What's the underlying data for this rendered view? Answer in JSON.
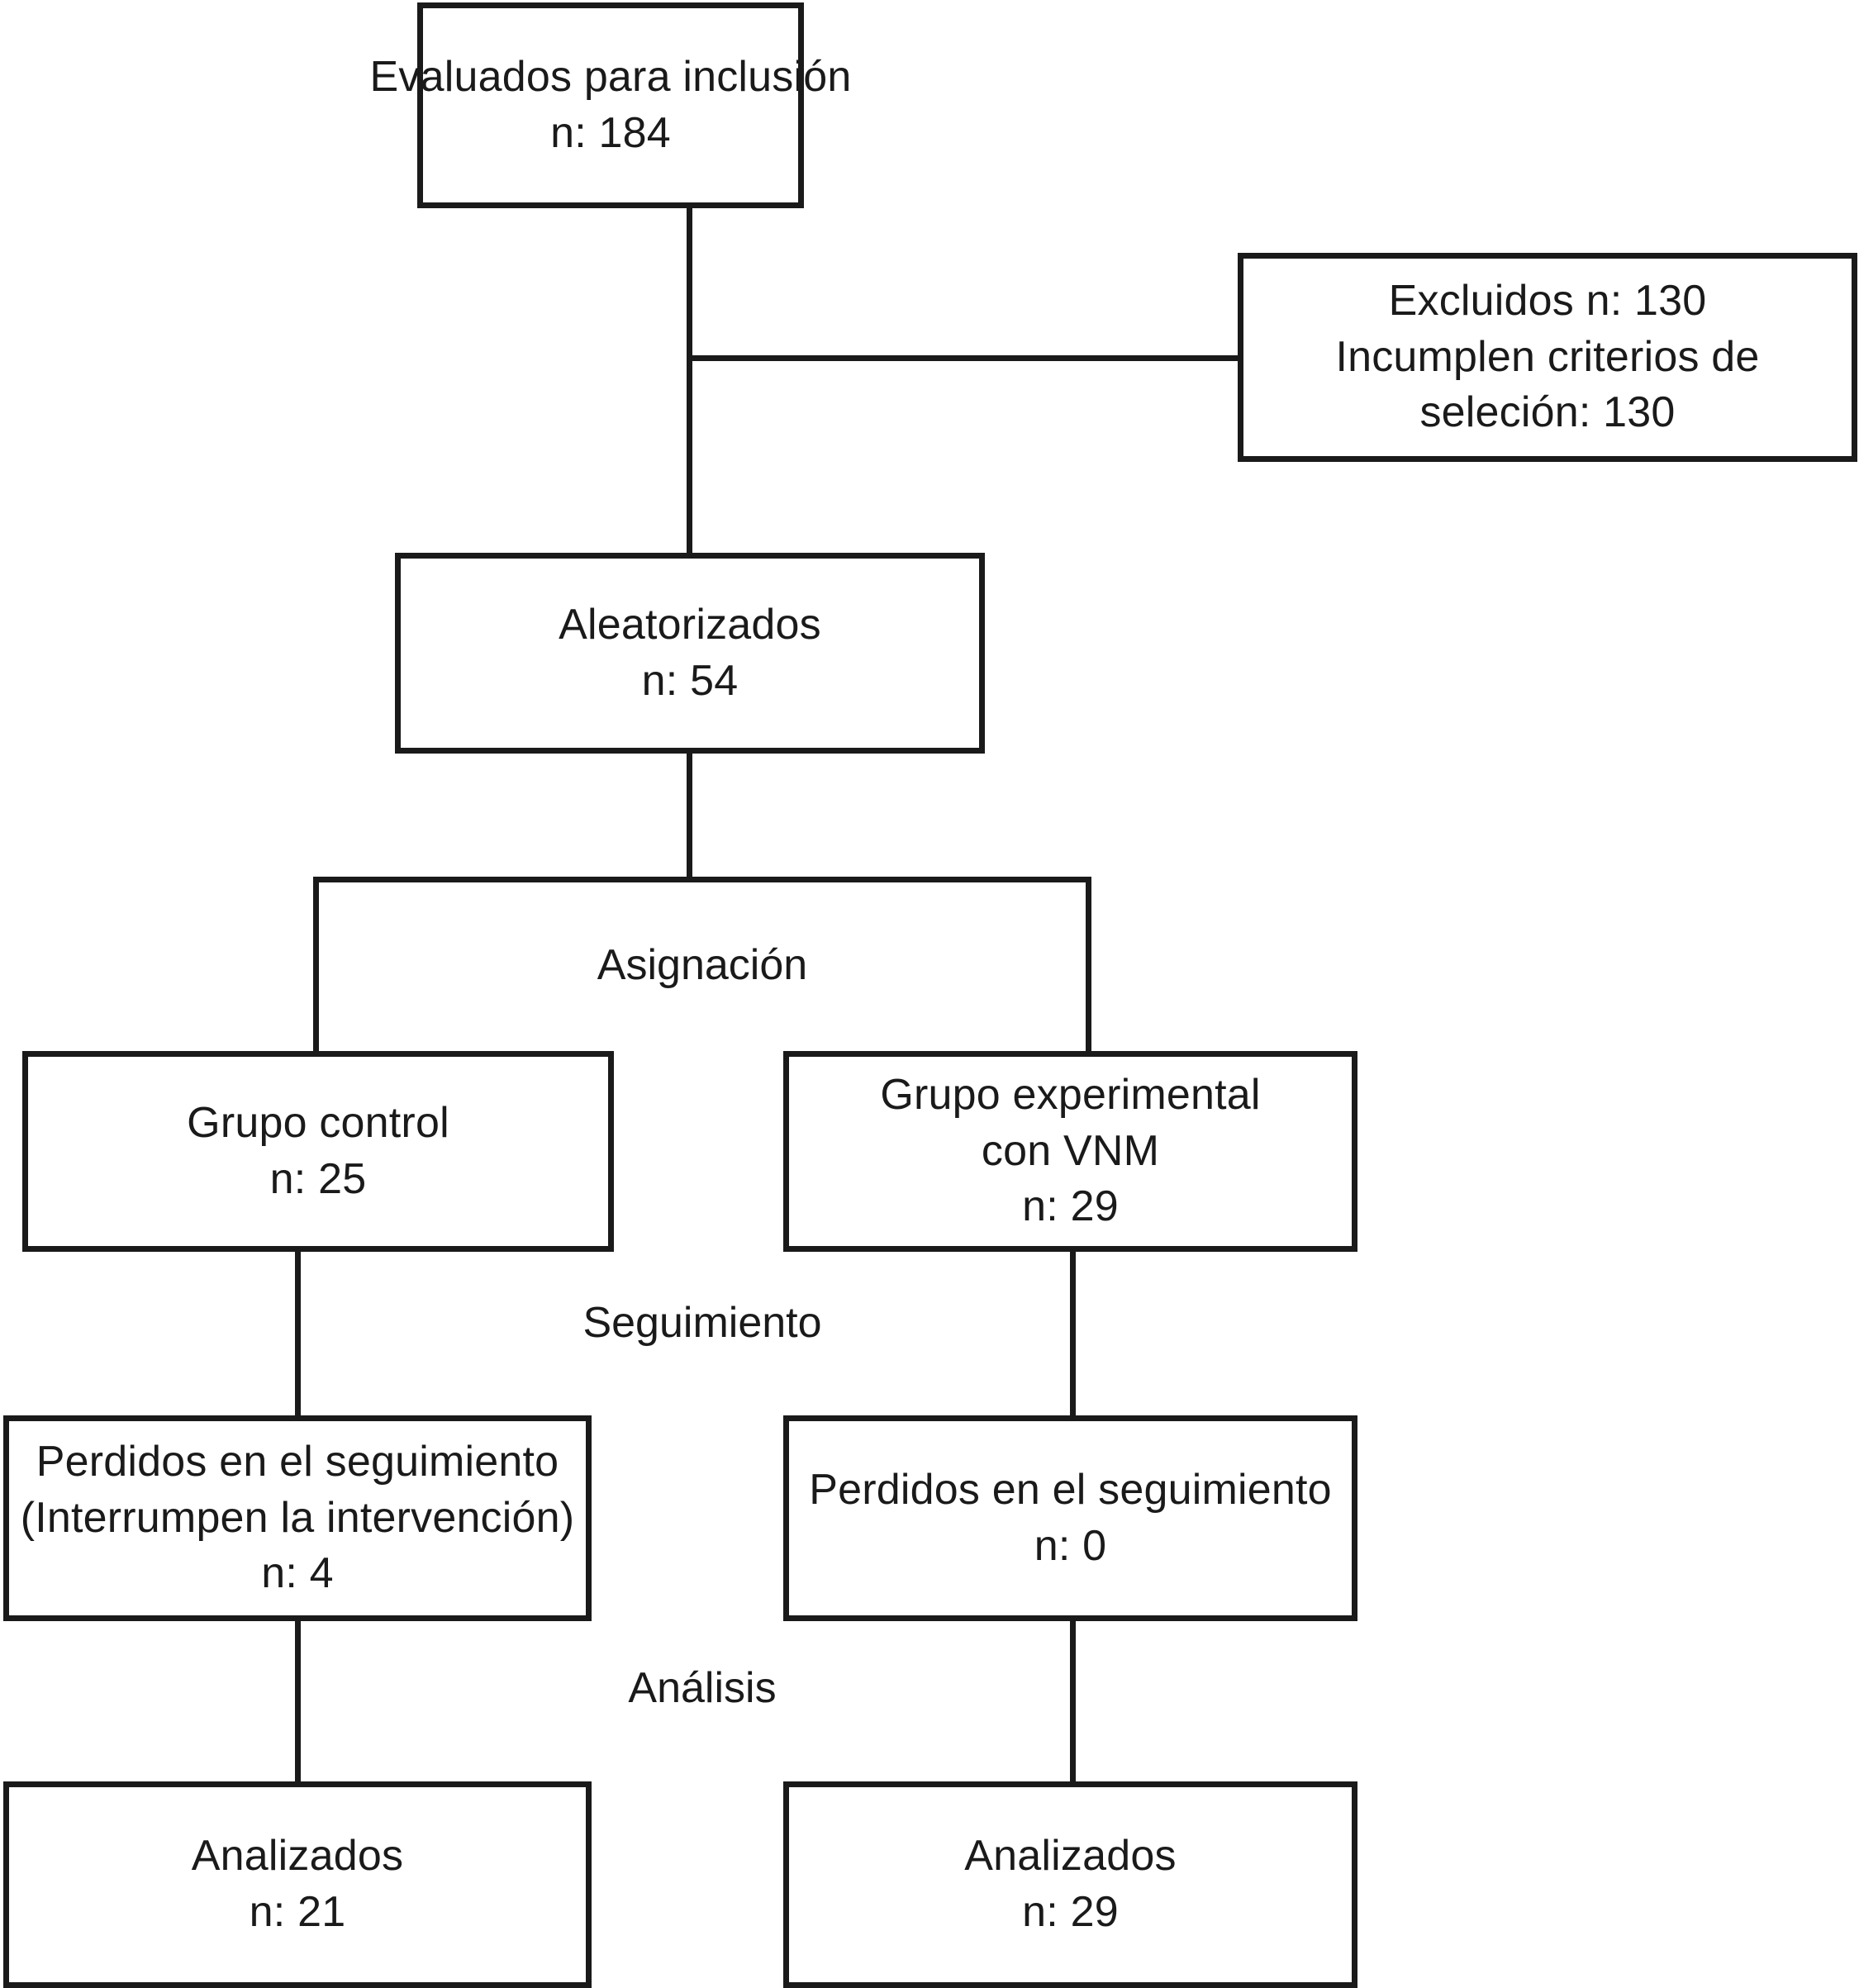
{
  "diagram": {
    "type": "consort-flow-diagram",
    "language": "es",
    "line_color": "#1a1a1a",
    "background_color": "#ffffff",
    "nodes": {
      "assessed": {
        "name": "evaluados-para-inclusion",
        "lines": [
          "Evaluados para inclusión",
          "n: 184"
        ],
        "n": 184
      },
      "excluded": {
        "name": "excluidos",
        "lines": [
          "Excluidos n: 130",
          "Incumplen criterios de",
          "seleción: 130"
        ],
        "n": 130
      },
      "randomized": {
        "name": "aleatorizados",
        "lines": [
          "Aleatorizados",
          "n: 54"
        ],
        "n": 54
      },
      "control_group": {
        "name": "grupo-control",
        "lines": [
          "Grupo control",
          "n: 25"
        ],
        "n": 25
      },
      "experimental_group": {
        "name": "grupo-experimental",
        "lines": [
          "Grupo experimental",
          "con VNM",
          "n: 29"
        ],
        "n": 29
      },
      "control_lost": {
        "name": "perdidos-seguimiento-control",
        "lines": [
          "Perdidos en el seguimiento",
          "(Interrumpen la intervención)",
          "n: 4"
        ],
        "n": 4
      },
      "experimental_lost": {
        "name": "perdidos-seguimiento-experimental",
        "lines": [
          "Perdidos en el seguimiento",
          "n: 0"
        ],
        "n": 0
      },
      "control_analyzed": {
        "name": "analizados-control",
        "lines": [
          "Analizados",
          "n: 21"
        ],
        "n": 21
      },
      "experimental_analyzed": {
        "name": "analizados-experimental",
        "lines": [
          "Analizados",
          "n: 29"
        ],
        "n": 29
      }
    },
    "stage_labels": {
      "allocation": "Asignación",
      "followup": "Seguimiento",
      "analysis": "Análisis"
    }
  }
}
